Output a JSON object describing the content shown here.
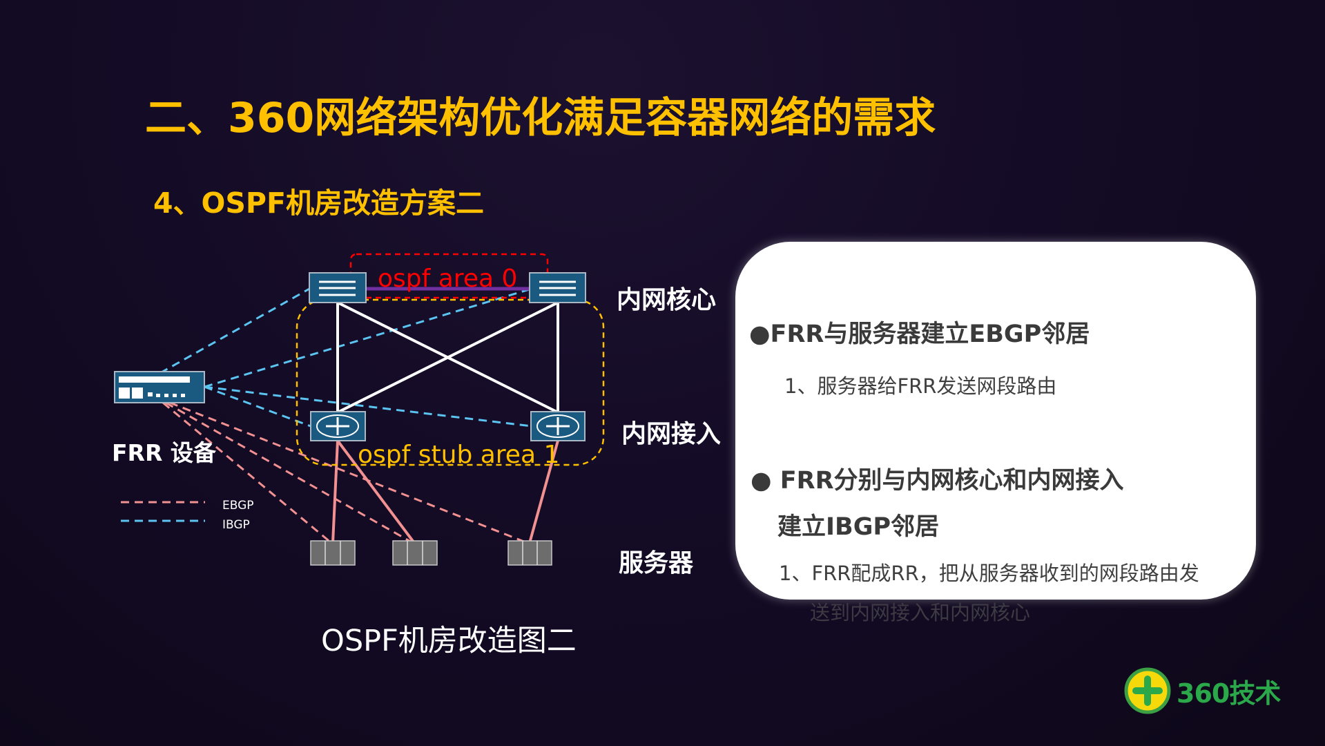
{
  "slide": {
    "title": "二、360网络架构优化满足容器网络的需求",
    "subtitle": "4、OSPF机房改造方案二"
  },
  "diagram": {
    "area0_label": "ospf area 0",
    "stub_area_label": "ospf stub area 1",
    "core_label": "内网核心",
    "access_label": "内网接入",
    "server_label": "服务器",
    "frr_label": "FRR 设备",
    "legend": [
      {
        "label": "EBGP",
        "color": "#f29191"
      },
      {
        "label": "IBGP",
        "color": "#5bc4f0"
      }
    ],
    "caption": "OSPF机房改造图二",
    "colors": {
      "area0": "#ff0000",
      "stub_area": "#ffc000",
      "device": "#1b5a80",
      "ospf_link": "#ffffff",
      "core_link": "#7030a0",
      "server_link": "#f29191"
    }
  },
  "card": {
    "bullet1": "●FRR与服务器建立EBGP邻居",
    "bullet1_sub": "1、服务器给FRR发送网段路由",
    "bullet2_line1": "● FRR分别与内网核心和内网接入",
    "bullet2_line2": "建立IBGP邻居",
    "bullet2_sub": "1、FRR配成RR，把从服务器收到的网段路由发",
    "bullet2_sub_overflow": "送到内网接入和内网核心"
  },
  "logo": {
    "text": "360技术",
    "color": "#2aa84a"
  }
}
